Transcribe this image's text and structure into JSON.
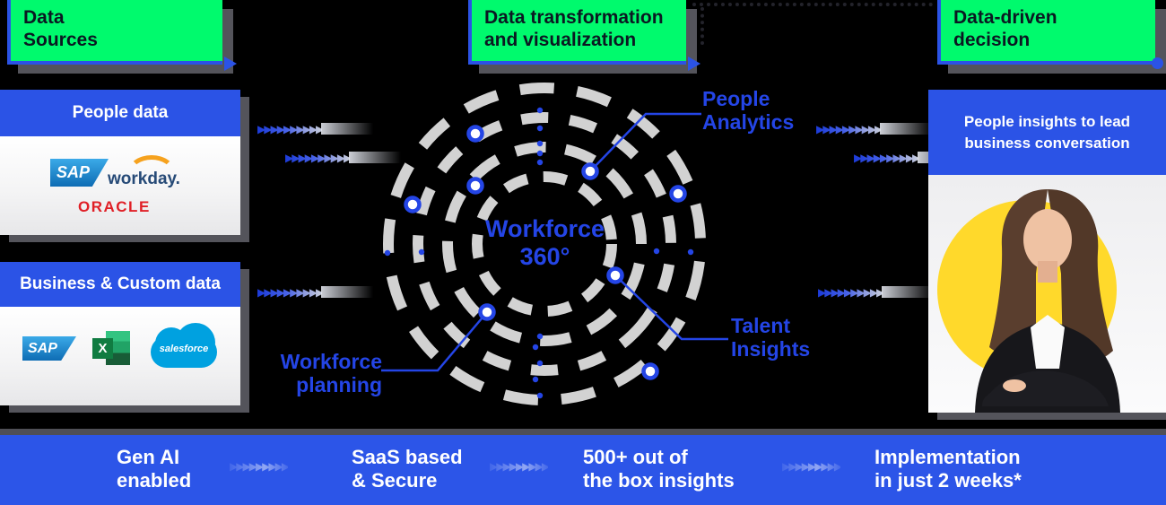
{
  "stages": [
    {
      "lines": [
        "Data",
        "Sources"
      ]
    },
    {
      "lines": [
        "Data transformation",
        "and visualization"
      ]
    },
    {
      "lines": [
        "Data-driven",
        "decision"
      ]
    }
  ],
  "left_panel": {
    "people_data": {
      "title": "People data"
    },
    "business_data": {
      "title": "Business & Custom data"
    }
  },
  "brands": {
    "sap": "SAP",
    "workday": "workday.",
    "oracle": "ORACLE",
    "excel_letter": "X",
    "salesforce": "salesforce"
  },
  "diagram": {
    "center": {
      "lines": [
        "Workforce",
        "360°"
      ]
    },
    "labels": {
      "people_analytics": {
        "lines": [
          "People",
          "Analytics"
        ]
      },
      "talent_insights": {
        "lines": [
          "Talent",
          "Insights"
        ]
      },
      "workforce_planning": {
        "lines": [
          "Workforce",
          "planning"
        ]
      }
    }
  },
  "right_panel": {
    "title_lines": [
      "People insights to lead",
      "business conversation"
    ]
  },
  "footer": {
    "items": [
      {
        "lines": [
          "Gen AI",
          "enabled"
        ]
      },
      {
        "lines": [
          "SaaS based",
          "& Secure"
        ]
      },
      {
        "lines": [
          "500+ out of",
          "the box insights"
        ]
      },
      {
        "lines": [
          "Implementation",
          "in just 2 weeks*"
        ]
      }
    ]
  },
  "decor": {
    "connector_glyph": "▶▶▶▶▶▶▶▶▶▶",
    "footer_chevron_glyph": "▶▶▶▶▶▶▶▶▶"
  },
  "colors": {
    "green": "#00FA6D",
    "blue": "#2B53E6",
    "label_blue": "#2445E6",
    "footer_blue": "#2C55E8",
    "sap_blue": "#0E6CB4",
    "oracle_red": "#E01F26",
    "workday_navy": "#264A77",
    "workday_orange": "#F6A21E",
    "excel_green": "#107C41",
    "salesforce_blue": "#00A1E0",
    "ring_gray": "#D2D2D2",
    "photo_yellow": "#FFD92B"
  }
}
